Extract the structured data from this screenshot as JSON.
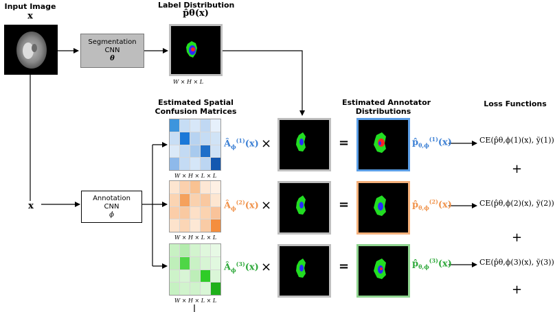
{
  "headers": {
    "input_image": "Input Image",
    "input_image_sym": "x",
    "label_distribution": "Label Distribution",
    "label_distribution_sym": "p̂θ(x)",
    "confusion_line1": "Estimated Spatial",
    "confusion_line2": "Confusion Matrices",
    "annotator_line1": "Estimated Annotator",
    "annotator_line2": "Distributions",
    "loss_functions": "Loss Functions"
  },
  "seg_cnn": {
    "line1": "Segmentation",
    "line2": "CNN",
    "line3": "θ"
  },
  "ann_cnn": {
    "line1": "Annotation",
    "line2": "CNN",
    "line3": "ϕ"
  },
  "input_symbol": "x",
  "dims": {
    "label": "W × H × L",
    "cm": "W × H × L × L"
  },
  "operators": {
    "times": "×",
    "equals": "=",
    "plus": "+"
  },
  "annotators": [
    {
      "A": "Â",
      "sub": "ϕ",
      "sup": "(1)",
      "arg": "(x)",
      "p": "p̂",
      "psub": "θ,ϕ",
      "psup": "(1)",
      "parg": "(x)",
      "loss": "CE(p̂θ,ϕ(1)(x), ỹ(1))",
      "color": "#3b7fd4"
    },
    {
      "A": "Â",
      "sub": "ϕ",
      "sup": "(2)",
      "arg": "(x)",
      "p": "p̂",
      "psub": "θ,ϕ",
      "psup": "(2)",
      "parg": "(x)",
      "loss": "CE(p̂θ,ϕ(2)(x), ỹ(2))",
      "color": "#f0924a"
    },
    {
      "A": "Â",
      "sub": "ϕ",
      "sup": "(3)",
      "arg": "(x)",
      "p": "p̂",
      "psub": "θ,ϕ",
      "psup": "(3)",
      "parg": "(x)",
      "loss": "CE(p̂θ,ϕ(3)(x), ỹ(3))",
      "color": "#2ea83a"
    }
  ],
  "colors": {
    "seg_box_fill": "#bdbdbd",
    "frame_gray": "#bfbfbf",
    "blue": "#3b7fd4",
    "orange": "#f0924a",
    "green": "#2ea83a"
  },
  "matrices": [
    {
      "cells": [
        "#3d95dd",
        "#c6ddf5",
        "#d7e7f8",
        "#c0d8f3",
        "#e6f0fb",
        "#c8def5",
        "#1b78d8",
        "#b7d3f1",
        "#c5dcf4",
        "#d0e3f6",
        "#dbe9f8",
        "#c3daf3",
        "#a8caee",
        "#1f6fc9",
        "#cfe2f6",
        "#8eb9ea",
        "#c4dbf4",
        "#d5e6f8",
        "#bcd6f2",
        "#1458b0"
      ]
    },
    {
      "cells": [
        "#fde5d0",
        "#fbd0ad",
        "#f9c292",
        "#fde7d4",
        "#fef0e4",
        "#fbd4b2",
        "#f5a15d",
        "#fad1ae",
        "#f9c8a0",
        "#fde6d1",
        "#fbcda8",
        "#f9c9a1",
        "#fde0c7",
        "#fbd3b0",
        "#f9c39a",
        "#fde3cc",
        "#fbd6b6",
        "#fde8d5",
        "#f9cba5",
        "#f48e3e"
      ]
    },
    {
      "cells": [
        "#c8f1c3",
        "#b4ecae",
        "#d2f4ce",
        "#dff7dc",
        "#e7f9e5",
        "#bfefba",
        "#4fd646",
        "#c9f2c5",
        "#d7f5d4",
        "#e1f8df",
        "#cdf3c9",
        "#d8f5d5",
        "#bdeeb8",
        "#2fcc27",
        "#daf6d7",
        "#c6f1c2",
        "#d1f4cd",
        "#cff3cb",
        "#d9f6d6",
        "#1fb01a"
      ]
    }
  ]
}
